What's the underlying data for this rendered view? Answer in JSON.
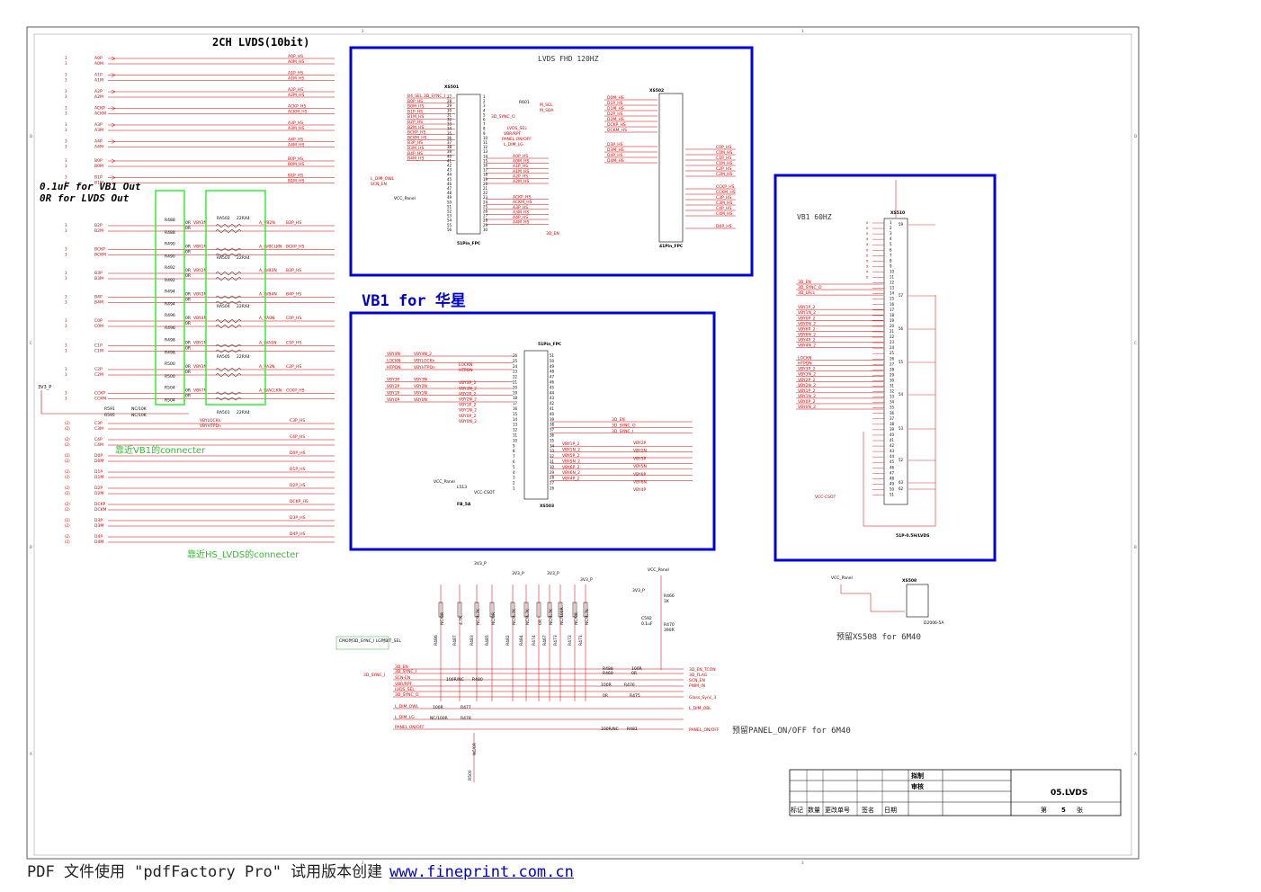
{
  "heading_lvds": "2CH LVDS(10bit)",
  "note_vb1_out": "0.1uF for VB1 Out",
  "note_lvds_out": "0R for LVDS Out",
  "note_near_vb1": "靠近VB1的connecter",
  "note_near_hs": "靠近HS_LVDS的connecter",
  "lvds_pairs": [
    {
      "p": "A0P",
      "n": "A0M",
      "rp": "A0P_HS",
      "rn": "A0M_HS"
    },
    {
      "p": "A1P",
      "n": "A1M",
      "rp": "A1P_HS",
      "rn": "A1M_HS"
    },
    {
      "p": "A2P",
      "n": "A2M",
      "rp": "A2P_HS",
      "rn": "A2M_HS"
    },
    {
      "p": "ACKP",
      "n": "ACKM",
      "rp": "ACKP_HS",
      "rn": "ACKM_HS"
    },
    {
      "p": "A3P",
      "n": "A3M",
      "rp": "A3P_HS",
      "rn": "A3M_HS"
    },
    {
      "p": "A4P",
      "n": "A4M",
      "rp": "A4P_HS",
      "rn": "A4M_HS"
    },
    {
      "p": "B0P",
      "n": "B0M",
      "rp": "B0P_HS",
      "rn": "B0M_HS"
    },
    {
      "p": "B1P",
      "n": "B1M",
      "rp": "B1P_HS",
      "rn": "B1M_HS"
    }
  ],
  "vb1_pairs": [
    {
      "p": "B2P",
      "n": "B2M",
      "ref": "R488",
      "v": "VBY3N",
      "a": "A_VB2N",
      "r": "B2P_HS"
    },
    {
      "p": "BCKP",
      "n": "BCKM",
      "ref": "R490",
      "v": "VBY1N",
      "a": "A_LVBCLKN",
      "r": "BCKP_HS"
    },
    {
      "p": "B3P",
      "n": "B3M",
      "ref": "R492",
      "v": "VBY2N",
      "a": "A_LVB3N",
      "r": "B3P_HS"
    },
    {
      "p": "B4P",
      "n": "B4M",
      "ref": "R494",
      "v": "VBY3N",
      "a": "A_LVB4N",
      "r": "B4P_HS"
    },
    {
      "p": "C0P",
      "n": "C0M",
      "ref": "R496",
      "v": "VBY4N",
      "a": "A_VA0N",
      "r": "C0P_HS"
    },
    {
      "p": "C1P",
      "n": "C1M",
      "ref": "R498",
      "v": "VBY1N",
      "a": "A_LVA1N",
      "r": "C1P_HS"
    },
    {
      "p": "C2P",
      "n": "C2M",
      "ref": "R500",
      "v": "VBY3N",
      "a": "A_VA2N",
      "r": "C2P_HS"
    },
    {
      "p": "CCKP",
      "n": "CCKM",
      "ref": "R504",
      "v": "VBY7N",
      "a": "A_LVACLKN",
      "r": "CCKP_HS"
    }
  ],
  "ra_labels": [
    "RA502",
    "RA503",
    "RA504",
    "RA505",
    "RA501"
  ],
  "ra_value": "22RX4",
  "lower_pairs": [
    {
      "p": "C3P",
      "n": "C3M",
      "r": "C3P_HS"
    },
    {
      "p": "C4P",
      "n": "C4M",
      "r": "C4P_HS"
    },
    {
      "p": "D0P",
      "n": "D0M",
      "r": "D0P_HS"
    },
    {
      "p": "D1P",
      "n": "D1M",
      "r": "D1P_HS"
    },
    {
      "p": "D2P",
      "n": "D2M",
      "r": "D2P_HS"
    },
    {
      "p": "DCKP",
      "n": "DCKM",
      "r": "DCKP_HS"
    },
    {
      "p": "D3P",
      "n": "D3M",
      "r": "D3P_HS"
    },
    {
      "p": "D4P",
      "n": "D4M",
      "r": "D4P_HS"
    }
  ],
  "left_misc": {
    "v3p3": "3V3_P",
    "r591": "R591",
    "r595": "R595",
    "nc10k": "NC/10K",
    "lock": "VBYLOCKn",
    "htpd": "VBYHTPDn"
  },
  "box_fhd_title": "LVDS FHD 120HZ",
  "box_fhd": {
    "conn1": "XS501",
    "conn1_label": "51Pin_FPC",
    "conn2": "XS502",
    "conn2_label": "41Pin_FPC",
    "r_m": "R601",
    "m_scl": "M_SCL",
    "m_sda": "M_SDA",
    "sync_o": "3D_SYNC_O",
    "lvds_sel": "LVDS_SEL",
    "vbr": "VBR/RPF",
    "panel": "PANEL ON/OFF",
    "ldim": "L_DIM_LG",
    "ldim_owl": "L_DIM_OWL",
    "scn": "SCN_EN",
    "vcc": "VCC_Panel",
    "en3d": "3D_EN",
    "left_sigs": [
      "B4_SEL  3D_SYNC_I",
      "B0P_HS",
      "B0M_HS",
      "B1P_HS",
      "B1M_HS",
      "B2P_HS",
      "B2M_HS",
      "BCKP_HS",
      "BCKM_HS",
      "B3P_HS",
      "B3M_HS",
      "B4P_HS",
      "B4M_HS"
    ],
    "right_sigs": [
      "A0P_HS",
      "A0M_HS",
      "A1P_HS",
      "A1M_HS",
      "A2P_HS",
      "A2M_HS",
      "ACKP_HS",
      "ACKM_HS",
      "A3P_HS",
      "A3M_HS",
      "A4P_HS",
      "A4M_HS"
    ],
    "conn2_left": [
      "D0M_HS",
      "D1P_HS",
      "D1M_HS",
      "D2P_HS",
      "D2M_HS",
      "DCKP_HS",
      "DCKM_HS",
      "D3P_HS",
      "D3M_HS",
      "D4P_HS",
      "D4M_HS"
    ],
    "conn2_right": [
      "C0P_HS",
      "C0M_HS",
      "C1P_HS",
      "C1M_HS",
      "C2P_HS",
      "C2M_HS",
      "CCKP_HS",
      "CCKM_HS",
      "C3P_HS",
      "C3M_HS",
      "C4P_HS",
      "C4M_HS",
      "D0P_HS"
    ]
  },
  "box_vb1_title": "VB1 for 华星",
  "box_vb1": {
    "conn": "XS503",
    "conn_label": "51Pin_FPC",
    "vcc": "VCC_Panel",
    "fb": "L513",
    "fb_label": "FB_5A",
    "vcc_csot": "VCC-CSOT",
    "left_sigs": [
      "VBY4N",
      "VBY4N_2",
      "LOCKN",
      "VBYLOCKn",
      "HTPDN",
      "VBYHTPDn",
      "VBY3P",
      "VBY3N",
      "VBY2P",
      "VBY2N",
      "VBY1P",
      "VBY1N",
      "VBY0P",
      "VBY0N"
    ],
    "mid_sigs": [
      "LOCKN",
      "HTPDN",
      "VBY3P_2",
      "VBY3N_2",
      "VBY2P_2",
      "VBY2N_2",
      "VBY1P_2",
      "VBY1N_2",
      "VBY0P_2",
      "VBY0N_2"
    ],
    "right_sigs": [
      "3D_EN",
      "3D_SYNC_O",
      "3D_SYNC_I",
      "VBY1P_2",
      "VBY1N_2",
      "VBY5P_2",
      "VBY5N_2",
      "VBY6P_2",
      "VBY6N_2",
      "VBY4P_2"
    ],
    "far_right": [
      "VBY2P",
      "VBY2N",
      "VBY5P",
      "VBY5N",
      "VBY6P",
      "VBY6N",
      "VBY4P"
    ]
  },
  "box_60_title": "VB1 60HZ",
  "box_60": {
    "conn": "XS510",
    "conn_label": "51P-0.5H/LVDS",
    "vcc": "VCC-CSOT",
    "sigs": [
      "3D_EN",
      "3D_SYNC_O",
      "3D_LRcs",
      "VBY1P_2",
      "VBY1N_2",
      "VBY0P_2",
      "VBY0N_2",
      "VBY6P_2",
      "VBY6N_2",
      "VBY4P_2",
      "VBY4N_2",
      "LOCKN",
      "HTPDN",
      "VBY3P_2",
      "VBY3N_2",
      "VBY2P_2",
      "VBY2N_2",
      "VBY1P_2",
      "VBY1N_2",
      "VBY0P_2",
      "VBY0N_2"
    ],
    "gnd_pins": [
      "57",
      "56",
      "55",
      "54",
      "53",
      "52",
      "63",
      "62",
      "59"
    ]
  },
  "mid": {
    "v3p3": "3V3_P",
    "res": [
      "R486",
      "R487",
      "R483",
      "R485",
      "R482",
      "R484",
      "R474",
      "R467",
      "R473",
      "R472",
      "R471"
    ],
    "vals": [
      "NC/0R",
      "4.7K",
      "NC/4.7K",
      "NC/0R",
      "NC/4.7K",
      "NC/4.7K",
      "0R",
      "NC/4.7K",
      "NC/100R",
      "NC/0R",
      "NC/4.7k"
    ],
    "sigs": [
      "3D_EN",
      "3D_SYNC_I",
      "SCN-EN",
      "VBR/RPF",
      "LVDS_SEL",
      "3D_SYNC_O",
      "L_DIM_OWL",
      "L_DIM_LG",
      "PANEL ON/OFF"
    ],
    "r480": "R480",
    "r480v": "100R/NC",
    "r477": "R477",
    "r478": "R478",
    "r481": "R481",
    "r488": "R488",
    "r469": "R469",
    "r476": "R476",
    "r475": "R475",
    "right_sigs": [
      "3D_EN_TCON",
      "3D_FLAG",
      "SCN_EN",
      "PWM_IN",
      "Glass_Sync_3",
      "L_DIM_OBL",
      "PANEL_ON/OFF"
    ],
    "r500": "R500",
    "r500v": "NC/0R",
    "note": "CMO时3D_SYNC_I  LG时BIT_SEL",
    "vcc_panel": "VCC_Panel",
    "r466": "R466",
    "r466v": "1K",
    "c592": "C592",
    "c592v": "0.1uF",
    "r470": "R470",
    "r470v": "390R",
    "note_panel": "预留PANEL_ON/OFF for 6M40"
  },
  "xs508": {
    "vcc": "VCC_Panel",
    "conn": "XS508",
    "part": "D2006-5A",
    "note": "预留XS508 for 6M40"
  },
  "title_block": {
    "bz": "拟制",
    "sh": "审核",
    "name": "05.LVDS",
    "cols": [
      "标记",
      "数量",
      "更改单号",
      "签名",
      "日期"
    ],
    "page": "第",
    "num": "5",
    "unit": "张"
  },
  "footer": {
    "text": "PDF 文件使用 \"pdfFactory Pro\" 试用版本创建",
    "link": "www.fineprint.com.cn"
  }
}
